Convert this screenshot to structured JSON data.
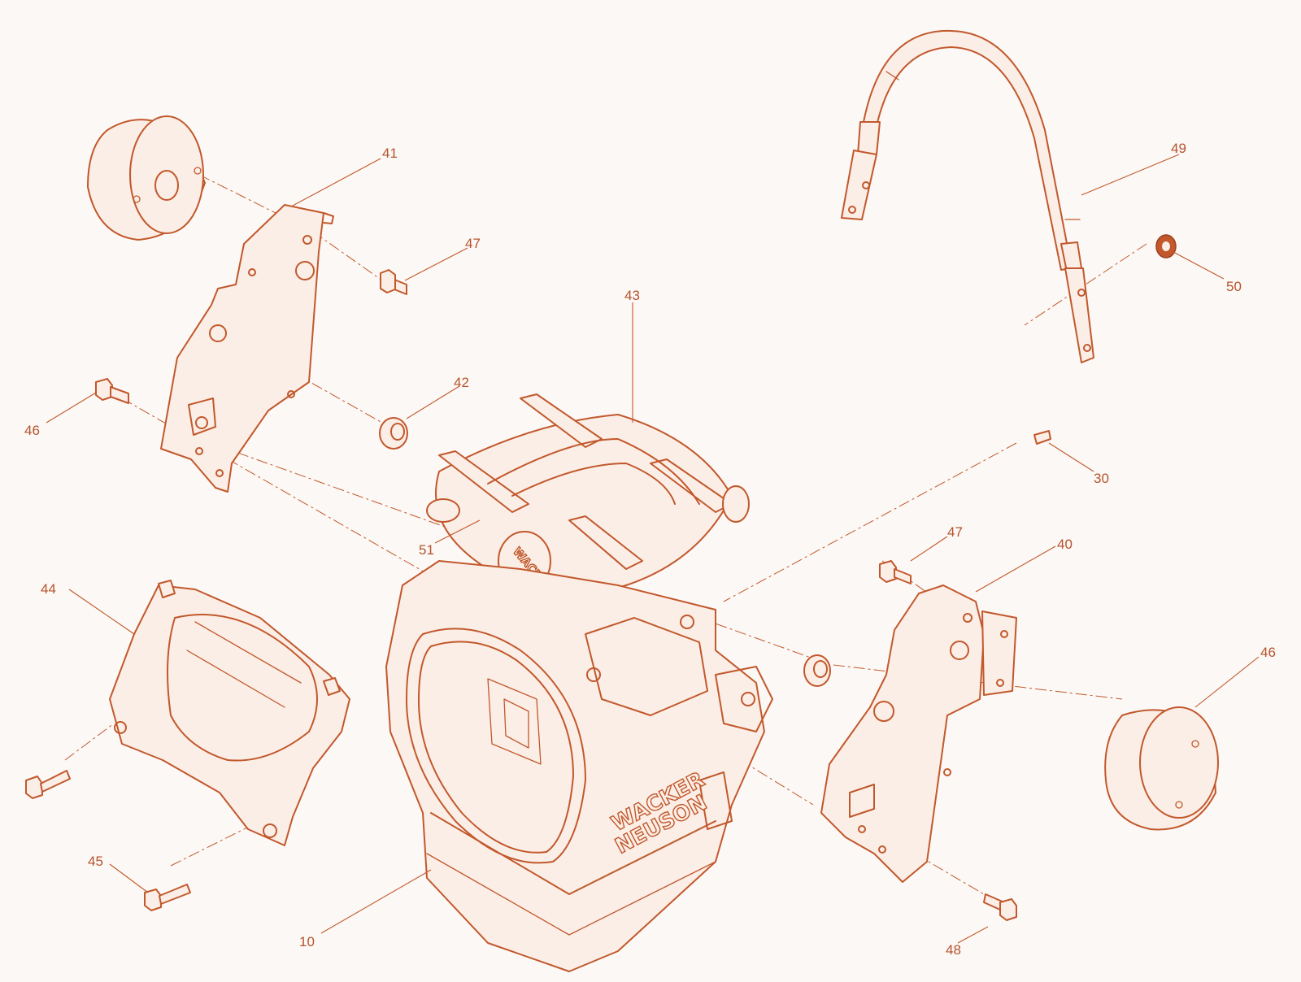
{
  "callouts": [
    {
      "id": "41",
      "text": "41"
    },
    {
      "id": "47a",
      "text": "47"
    },
    {
      "id": "46a",
      "text": "46"
    },
    {
      "id": "42",
      "text": "42"
    },
    {
      "id": "43",
      "text": "43"
    },
    {
      "id": "49",
      "text": "49"
    },
    {
      "id": "50",
      "text": "50"
    },
    {
      "id": "30",
      "text": "30"
    },
    {
      "id": "51",
      "text": "51"
    },
    {
      "id": "47b",
      "text": "47"
    },
    {
      "id": "40",
      "text": "40"
    },
    {
      "id": "44",
      "text": "44"
    },
    {
      "id": "46b",
      "text": "46"
    },
    {
      "id": "45",
      "text": "45"
    },
    {
      "id": "10",
      "text": "10"
    },
    {
      "id": "48",
      "text": "48"
    }
  ],
  "branding": {
    "line1": "WACKER",
    "line2": "NEUSON"
  },
  "colors": {
    "line": "#c2582c",
    "background": "#fcf8f5"
  }
}
